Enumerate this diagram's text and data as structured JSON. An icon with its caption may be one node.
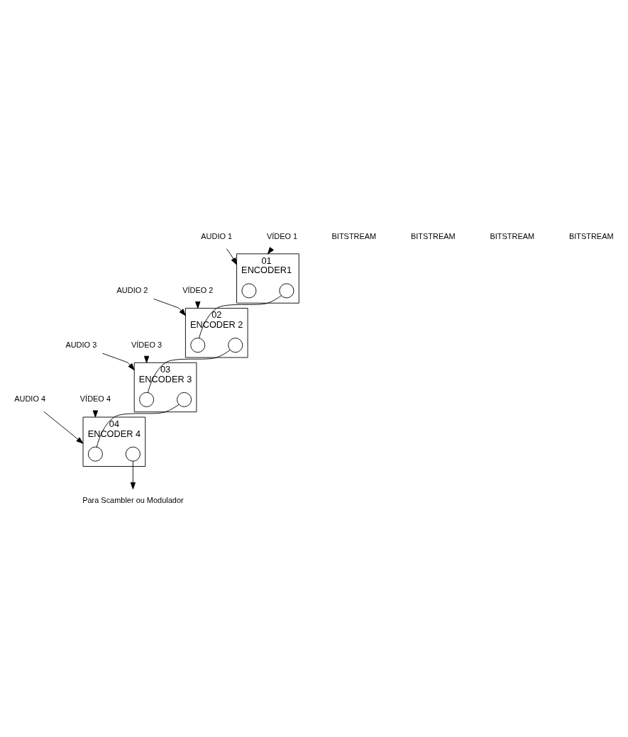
{
  "diagram": {
    "nodes": [
      {
        "text": [
          "01",
          "ENCODER1"
        ]
      },
      {
        "text": [],
        "shape": "circle",
        "in": 0
      },
      {
        "text": [],
        "shape": "circle",
        "in": 0
      },
      {
        "text": [
          "AUDIO 1"
        ]
      },
      {
        "text": [
          "VÍDEO 1"
        ]
      },
      {
        "text": [
          "02",
          "ENCODER 2"
        ]
      },
      {
        "text": [],
        "shape": "circle",
        "in": 5
      },
      {
        "text": [],
        "shape": "circle",
        "in": 5
      },
      {
        "text": [
          "AUDIO 2"
        ]
      },
      {
        "text": [
          "VÍDEO 2"
        ]
      },
      {
        "text": [
          "03",
          "ENCODER 3"
        ]
      },
      {
        "text": [],
        "shape": "circle",
        "in": 10
      },
      {
        "text": [],
        "shape": "circle",
        "in": 10
      },
      {
        "text": [
          "AUDIO 3"
        ]
      },
      {
        "text": [
          "VÍDEO 3"
        ]
      },
      {
        "text": [
          "04",
          "ENCODER 4"
        ]
      },
      {
        "text": [],
        "shape": "circle",
        "in": 15
      },
      {
        "text": [],
        "shape": "circle",
        "in": 15
      },
      {
        "text": [
          "AUDIO 4"
        ]
      },
      {
        "text": [
          "VÍDEO 4"
        ]
      },
      {
        "text": [
          "Para Scambler ou Modulador"
        ]
      }
    ],
    "edges": [
      {
        "from": 3,
        "to": 0,
        "arrow": "to"
      },
      {
        "from": 4,
        "to": 0,
        "arrow": "to"
      },
      {
        "from": 2,
        "to": 6,
        "arrow": "none"
      },
      {
        "from": 8,
        "to": 5,
        "arrow": "to"
      },
      {
        "from": 9,
        "to": 5,
        "arrow": "to"
      },
      {
        "from": 7,
        "to": 11,
        "arrow": "none"
      },
      {
        "from": 13,
        "to": 10,
        "arrow": "to"
      },
      {
        "from": 14,
        "to": 10,
        "arrow": "to"
      },
      {
        "from": 12,
        "to": 16,
        "arrow": "none"
      },
      {
        "from": 18,
        "to": 15,
        "arrow": "to"
      },
      {
        "from": 19,
        "to": 15,
        "arrow": "to"
      },
      {
        "from": 17,
        "to": 20,
        "arrow": "to"
      }
    ],
    "labels": [
      "BITSTREAM",
      "BITSTREAM",
      "BITSTREAM",
      "BITSTREAM"
    ]
  }
}
